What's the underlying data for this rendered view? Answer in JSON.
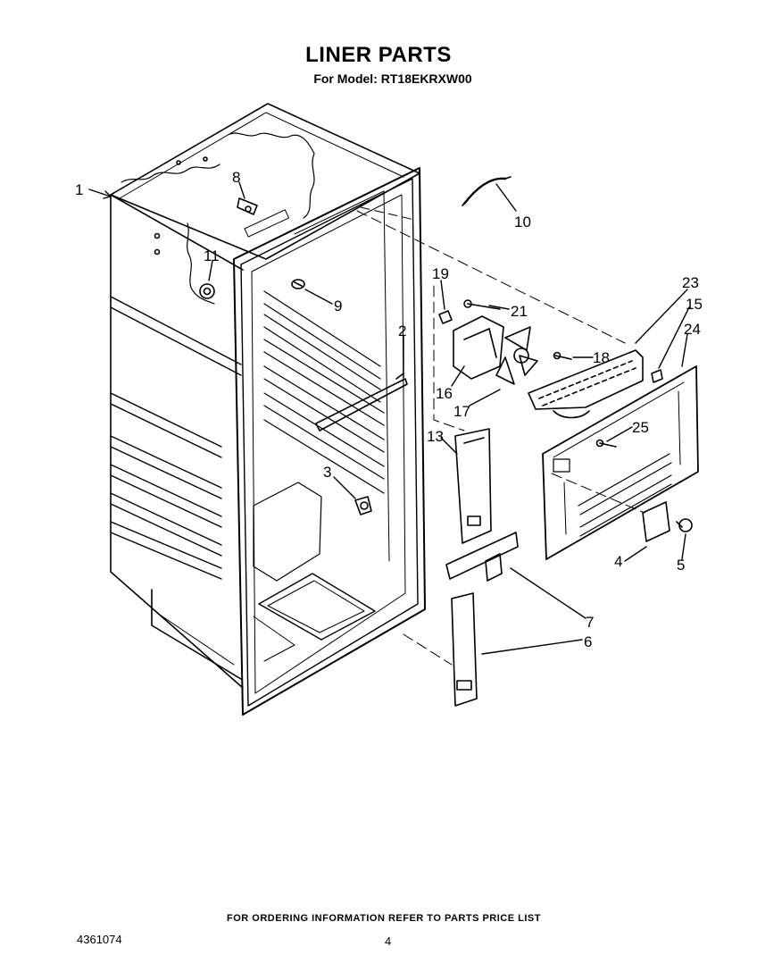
{
  "header": {
    "title": "LINER PARTS",
    "subtitle": "For Model: RT18EKRXW00"
  },
  "callouts": [
    {
      "id": "c1",
      "label": "1"
    },
    {
      "id": "c8",
      "label": "8"
    },
    {
      "id": "c11",
      "label": "11"
    },
    {
      "id": "c10",
      "label": "10"
    },
    {
      "id": "c9",
      "label": "9"
    },
    {
      "id": "c19",
      "label": "19"
    },
    {
      "id": "c21",
      "label": "21"
    },
    {
      "id": "c23",
      "label": "23"
    },
    {
      "id": "c15",
      "label": "15"
    },
    {
      "id": "c24",
      "label": "24"
    },
    {
      "id": "c2",
      "label": "2"
    },
    {
      "id": "c18",
      "label": "18"
    },
    {
      "id": "c16",
      "label": "16"
    },
    {
      "id": "c17",
      "label": "17"
    },
    {
      "id": "c25",
      "label": "25"
    },
    {
      "id": "c13",
      "label": "13"
    },
    {
      "id": "c3",
      "label": "3"
    },
    {
      "id": "c4",
      "label": "4"
    },
    {
      "id": "c5",
      "label": "5"
    },
    {
      "id": "c7",
      "label": "7"
    },
    {
      "id": "c6",
      "label": "6"
    }
  ],
  "footer": {
    "ordering_note": "FOR ORDERING INFORMATION REFER TO PARTS PRICE LIST",
    "doc_number": "4361074",
    "page_number": "4"
  }
}
